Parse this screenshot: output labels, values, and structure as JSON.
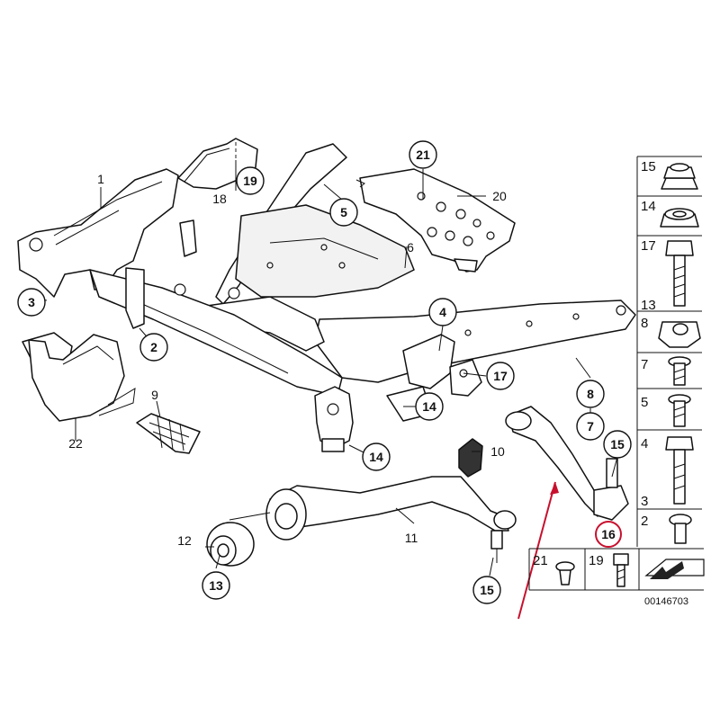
{
  "diagram": {
    "reference_code": "00146703",
    "highlight_color": "#c8102e",
    "highlighted_part": "16",
    "callouts": [
      {
        "id": "c21",
        "label": "21"
      },
      {
        "id": "c19",
        "label": "19"
      },
      {
        "id": "c5",
        "label": "5"
      },
      {
        "id": "c3",
        "label": "3"
      },
      {
        "id": "c2",
        "label": "2"
      },
      {
        "id": "c4",
        "label": "4"
      },
      {
        "id": "c17",
        "label": "17"
      },
      {
        "id": "c14a",
        "label": "14"
      },
      {
        "id": "c14b",
        "label": "14"
      },
      {
        "id": "c8",
        "label": "8"
      },
      {
        "id": "c7",
        "label": "7"
      },
      {
        "id": "c15a",
        "label": "15"
      },
      {
        "id": "c16",
        "label": "16"
      },
      {
        "id": "c13",
        "label": "13"
      },
      {
        "id": "c15b",
        "label": "15"
      }
    ],
    "plain_labels": [
      {
        "id": "p1",
        "label": "1"
      },
      {
        "id": "p18",
        "label": "18"
      },
      {
        "id": "p20",
        "label": "20"
      },
      {
        "id": "p6",
        "label": "6"
      },
      {
        "id": "p9",
        "label": "9"
      },
      {
        "id": "p22",
        "label": "22"
      },
      {
        "id": "p10",
        "label": "10"
      },
      {
        "id": "p11",
        "label": "11"
      },
      {
        "id": "p12",
        "label": "12"
      }
    ],
    "side_panel": [
      {
        "label": "15",
        "shape": "flange-nut"
      },
      {
        "label": "14",
        "shape": "collar-nut"
      },
      {
        "label": "17",
        "shape": "long-bolt"
      },
      {
        "label": "13",
        "shape": ""
      },
      {
        "label": "8",
        "shape": "cage-nut"
      },
      {
        "label": "7",
        "shape": "short-bolt"
      },
      {
        "label": "5",
        "shape": "short-bolt"
      },
      {
        "label": "4",
        "shape": "long-bolt"
      },
      {
        "label": "3",
        "shape": ""
      },
      {
        "label": "2",
        "shape": "stud-bolt"
      }
    ],
    "bottom_panel": [
      {
        "label": "21",
        "shape": "expansion-rivet"
      },
      {
        "label": "19",
        "shape": "screw"
      }
    ]
  }
}
